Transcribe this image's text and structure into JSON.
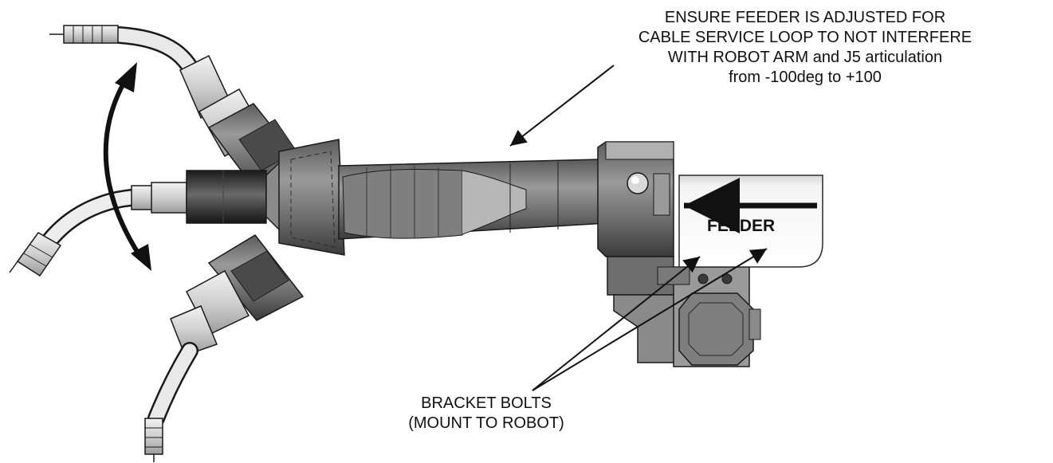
{
  "note": {
    "lines": [
      "ENSURE FEEDER IS ADJUSTED FOR",
      "CABLE SERVICE LOOP TO NOT INTERFERE",
      "WITH ROBOT ARM and J5 articulation",
      "from -100deg to +100"
    ]
  },
  "feeder": {
    "label": "FEEDER"
  },
  "bolts": {
    "lines": [
      "BRACKET BOLTS",
      "(MOUNT TO ROBOT)"
    ]
  },
  "colors": {
    "outline": "#1a1a1a",
    "dark_metal": "#2b2b2b",
    "mid_metal": "#6e6e6e",
    "light_metal": "#cfcfcf",
    "casting": "#8a8a8a"
  }
}
